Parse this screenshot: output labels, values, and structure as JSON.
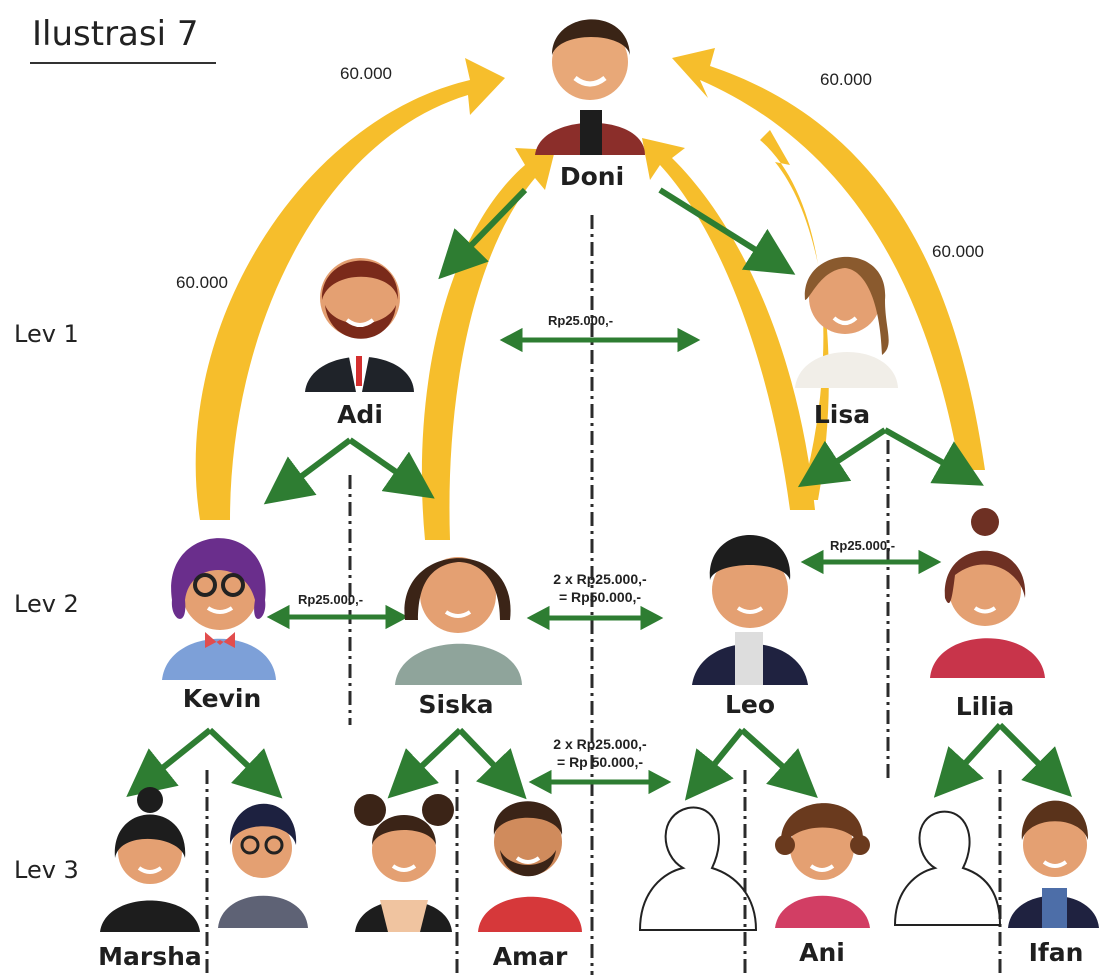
{
  "title": "Ilustrasi 7",
  "levels": {
    "lev1": "Lev 1",
    "lev2": "Lev 2",
    "lev3": "Lev 3"
  },
  "people": {
    "doni": "Doni",
    "adi": "Adi",
    "lisa": "Lisa",
    "kevin": "Kevin",
    "siska": "Siska",
    "leo": "Leo",
    "lilia": "Lilia",
    "marsha": "Marsha",
    "amar": "Amar",
    "ani": "Ani",
    "ifan": "Ifan"
  },
  "bonus_labels": {
    "top_left": "60.000",
    "top_right": "60.000",
    "mid_left": "60.000",
    "mid_right": "60.000"
  },
  "fees": {
    "lev1": "Rp25.000,-",
    "kevin_siska": "Rp25.000,-",
    "leo_lilia": "Rp25.000,-",
    "siska_leo_line1": "2 x Rp25.000,-",
    "siska_leo_line2": "= Rp50.000,-",
    "lev3_line1": "2 x Rp25.000,-",
    "lev3_line2": "= Rp 50.000,-"
  },
  "colors": {
    "arrow_gold": "#F6BE2C",
    "arrow_green": "#2E7D32"
  }
}
